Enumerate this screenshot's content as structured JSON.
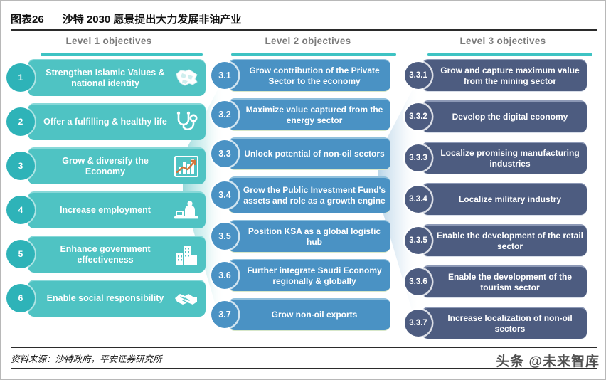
{
  "header": {
    "figure_number": "图表26",
    "title": "沙特 2030 愿景提出大力发展非油产业"
  },
  "footer": {
    "source": "资料来源：沙特政府，平安证券研究所",
    "watermark": "头条 @未来智库"
  },
  "colors": {
    "level1": "#4fc3c3",
    "level1_badge": "#2eb3b8",
    "level2": "#4a92c4",
    "level3": "#4d5c80",
    "rule": "#3ec3c3",
    "header_text": "#7b7b7b"
  },
  "columns": [
    {
      "id": "level1",
      "heading": "Level 1 objectives",
      "items": [
        {
          "num": "1",
          "text": "Strengthen Islamic Values & national identity",
          "icon": "saudi-map-icon"
        },
        {
          "num": "2",
          "text": "Offer a fulfilling & healthy life",
          "icon": "stethoscope-icon"
        },
        {
          "num": "3",
          "text": "Grow & diversify the Economy",
          "icon": "bar-chart-growth-icon"
        },
        {
          "num": "4",
          "text": "Increase employment",
          "icon": "worker-desk-icon"
        },
        {
          "num": "5",
          "text": "Enhance government effectiveness",
          "icon": "buildings-icon"
        },
        {
          "num": "6",
          "text": "Enable social responsibility",
          "icon": "handshake-icon"
        }
      ]
    },
    {
      "id": "level2",
      "heading": "Level 2 objectives",
      "items": [
        {
          "num": "3.1",
          "text": "Grow contribution of the Private Sector to the economy"
        },
        {
          "num": "3.2",
          "text": "Maximize value captured from the energy sector"
        },
        {
          "num": "3.3",
          "text": "Unlock potential of non-oil sectors"
        },
        {
          "num": "3.4",
          "text": "Grow the Public Investment Fund's assets and role as a growth engine"
        },
        {
          "num": "3.5",
          "text": "Position KSA as a global logistic hub"
        },
        {
          "num": "3.6",
          "text": "Further integrate Saudi Economy regionally & globally"
        },
        {
          "num": "3.7",
          "text": "Grow non-oil exports"
        }
      ]
    },
    {
      "id": "level3",
      "heading": "Level 3 objectives",
      "items": [
        {
          "num": "3.3.1",
          "text": "Grow and capture maximum value from the mining sector"
        },
        {
          "num": "3.3.2",
          "text": "Develop the digital economy"
        },
        {
          "num": "3.3.3",
          "text": "Localize promising manufacturing industries"
        },
        {
          "num": "3.3.4",
          "text": "Localize military industry"
        },
        {
          "num": "3.3.5",
          "text": "Enable the development of the retail sector"
        },
        {
          "num": "3.3.6",
          "text": "Enable the development of the tourism sector"
        },
        {
          "num": "3.3.7",
          "text": "Increase localization of non-oil sectors"
        }
      ]
    }
  ]
}
